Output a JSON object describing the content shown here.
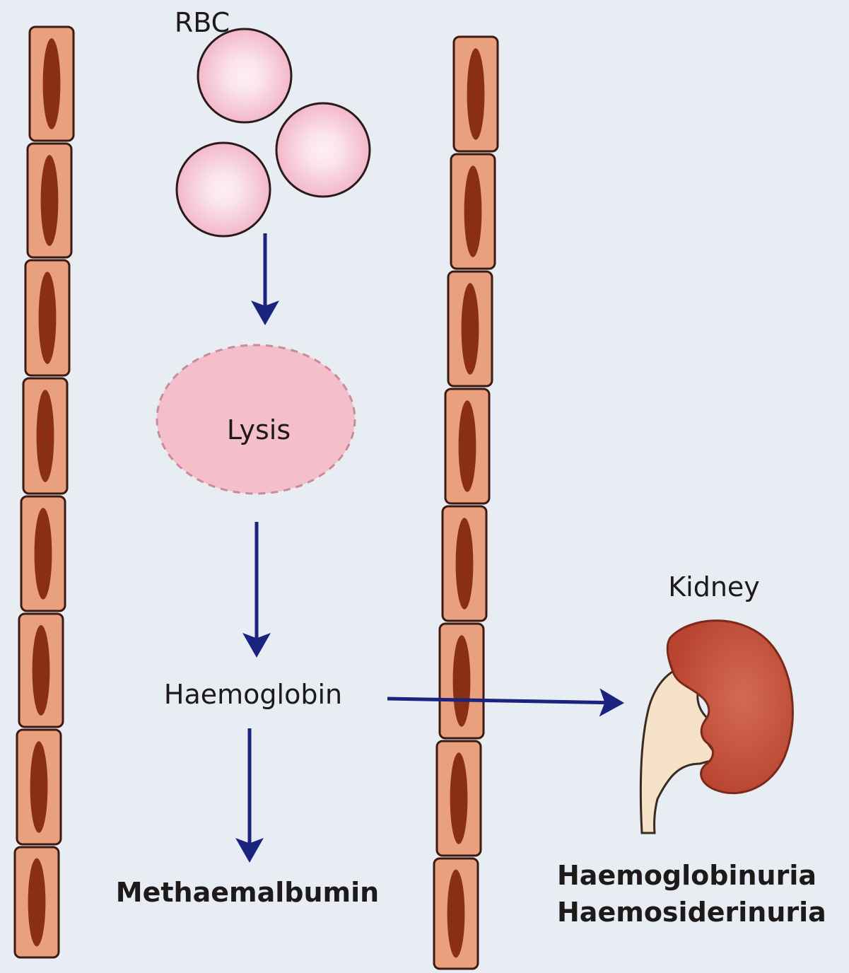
{
  "labels": {
    "rbc": "RBC",
    "lysis": "Lysis",
    "haemoglobin": "Haemoglobin",
    "methaemalbumin": "Methaemalbumin",
    "kidney": "Kidney",
    "haemoglobinuria": "Haemoglobinuria",
    "haemosiderinuria": "Haemosiderinuria"
  },
  "colors": {
    "background": "#e8edf4",
    "vessel_cell_fill": "#e9a07e",
    "vessel_cell_outline": "#3b1a12",
    "nucleus": "#8a2e14",
    "rbc_fill": "#f4c0d0",
    "rbc_center": "#fbe4ec",
    "arrow": "#1a237e",
    "kidney": "#c8553f",
    "ureter": "#f3e0c8"
  }
}
